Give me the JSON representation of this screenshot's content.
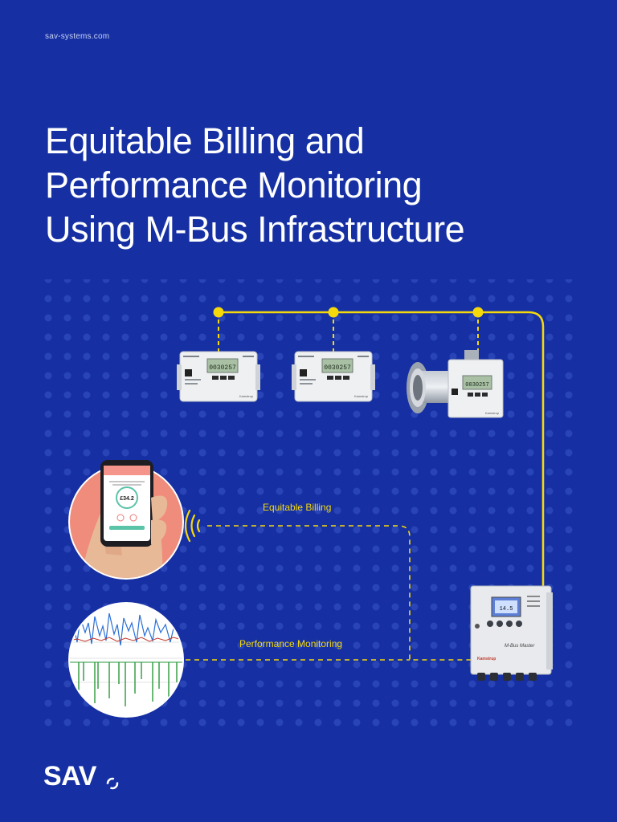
{
  "header": {
    "site_url": "sav-systems.com"
  },
  "title": {
    "line1": "Equitable Billing and",
    "line2": "Performance Monitoring",
    "line3": "Using M-Bus Infrastructure"
  },
  "diagram": {
    "label_billing": "Equitable Billing",
    "label_monitoring": "Performance Monitoring",
    "meter_reading": "0030257",
    "phone_amount": "£34.2",
    "brand_small": "Kamstrup",
    "master_label": "M-Bus Master",
    "master_reading": "14.5",
    "colors": {
      "background": "#1630a3",
      "bus_line": "#f5d90a",
      "accent_circle": "#f08c7c"
    }
  },
  "footer": {
    "logo_text": "SAV"
  }
}
